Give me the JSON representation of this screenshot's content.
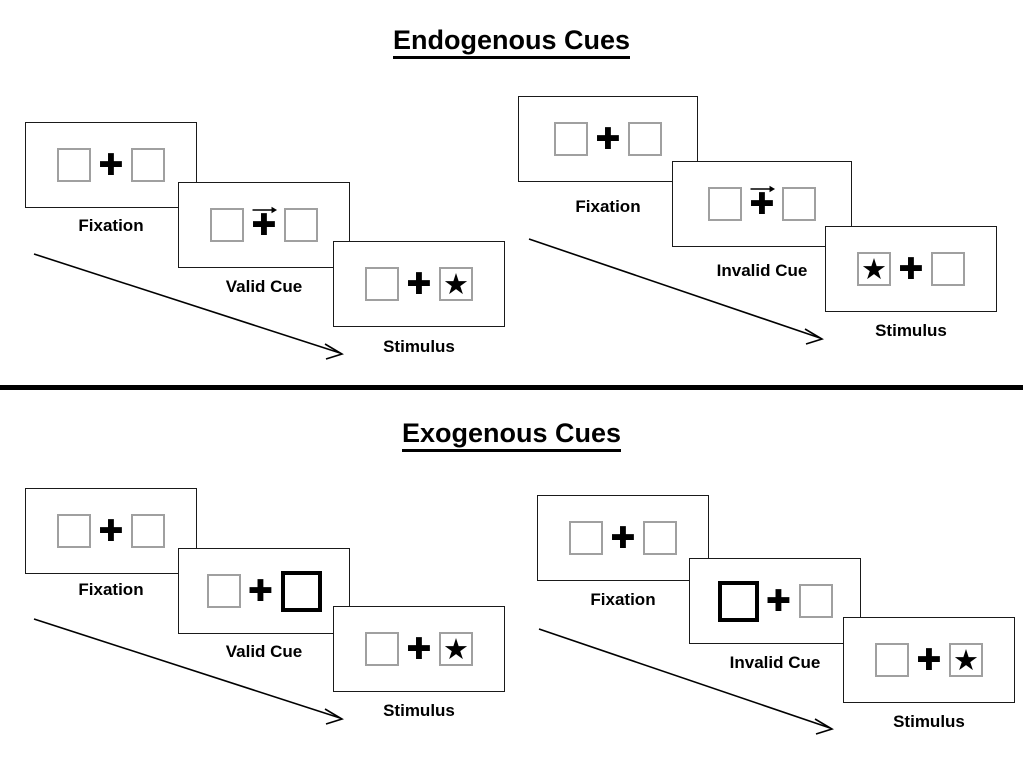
{
  "figure": {
    "background": "#ffffff",
    "frame_border_color": "#1a1a1a",
    "placeholder_box_color": "#a0a0a0",
    "cue_box_color": "#000000",
    "divider_color": "#000000"
  },
  "sections": [
    {
      "id": "endogenous",
      "title": "Endogenous Cues",
      "trials": [
        {
          "id": "endogenous-valid",
          "condition": "valid",
          "panels": [
            {
              "label": "Fixation",
              "left_box": "empty",
              "right_box": "empty",
              "cue": "none",
              "star": "none"
            },
            {
              "label": "Valid Cue",
              "left_box": "empty",
              "right_box": "empty",
              "cue": "arrow-right",
              "star": "none"
            },
            {
              "label": "Stimulus",
              "left_box": "empty",
              "right_box": "star",
              "cue": "none",
              "star": "right"
            }
          ]
        },
        {
          "id": "endogenous-invalid",
          "condition": "invalid",
          "panels": [
            {
              "label": "Fixation",
              "left_box": "empty",
              "right_box": "empty",
              "cue": "none",
              "star": "none"
            },
            {
              "label": "Invalid Cue",
              "left_box": "empty",
              "right_box": "empty",
              "cue": "arrow-right",
              "star": "none"
            },
            {
              "label": "Stimulus",
              "left_box": "star",
              "right_box": "empty",
              "cue": "none",
              "star": "left"
            }
          ]
        }
      ]
    },
    {
      "id": "exogenous",
      "title": "Exogenous Cues",
      "trials": [
        {
          "id": "exogenous-valid",
          "condition": "valid",
          "panels": [
            {
              "label": "Fixation",
              "left_box": "empty",
              "right_box": "empty",
              "cue": "none",
              "star": "none"
            },
            {
              "label": "Valid Cue",
              "left_box": "empty",
              "right_box": "highlighted",
              "cue": "box-flash-right",
              "star": "none"
            },
            {
              "label": "Stimulus",
              "left_box": "empty",
              "right_box": "star",
              "cue": "none",
              "star": "right"
            }
          ]
        },
        {
          "id": "exogenous-invalid",
          "condition": "invalid",
          "panels": [
            {
              "label": "Fixation",
              "left_box": "empty",
              "right_box": "empty",
              "cue": "none",
              "star": "none"
            },
            {
              "label": "Invalid Cue",
              "left_box": "highlighted",
              "right_box": "empty",
              "cue": "box-flash-left",
              "star": "none"
            },
            {
              "label": "Stimulus",
              "left_box": "empty",
              "right_box": "star",
              "cue": "none",
              "star": "right"
            }
          ]
        }
      ]
    }
  ],
  "glyphs": {
    "fixation_cross": "✚",
    "target_star": "★"
  },
  "time_arrows": [
    {
      "id": "endogenous-valid-time-arrow",
      "direction": "down-right"
    },
    {
      "id": "endogenous-invalid-time-arrow",
      "direction": "down-right"
    },
    {
      "id": "exogenous-valid-time-arrow",
      "direction": "down-right"
    },
    {
      "id": "exogenous-invalid-time-arrow",
      "direction": "down-right"
    }
  ]
}
